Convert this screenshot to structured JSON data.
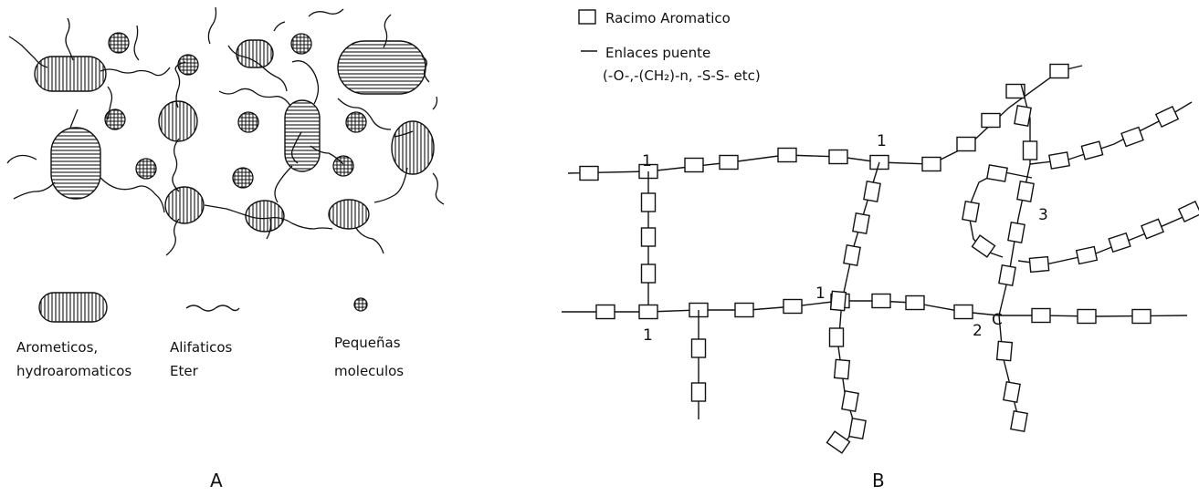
{
  "panel_a": {
    "label": "A",
    "legend": [
      {
        "key": "aromatic",
        "line1": "Arometicos,",
        "line2": "hydroaromaticos"
      },
      {
        "key": "aliphatic",
        "line1": "Alifaticos",
        "line2": "Eter"
      },
      {
        "key": "small",
        "line1": "Pequeñas",
        "line2": "moleculos"
      }
    ]
  },
  "panel_b": {
    "label": "B",
    "legend": {
      "cluster": "Racimo Aromatico",
      "bridge_title": "Enlaces puente",
      "bridge_detail": "(-O-,-(CH₂)-n, -S-S- etc)"
    },
    "junction_labels": [
      "1",
      "1",
      "1",
      "1",
      "2",
      "C",
      "3"
    ]
  }
}
